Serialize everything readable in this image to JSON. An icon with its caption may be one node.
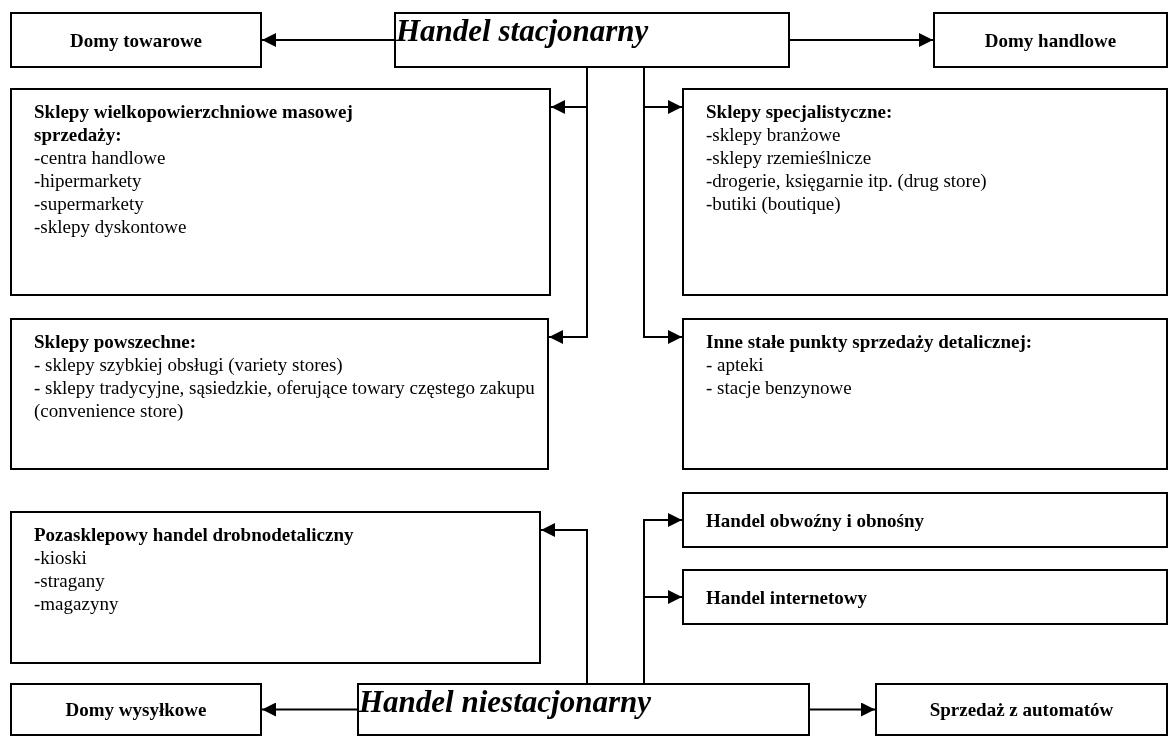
{
  "diagram": {
    "nodes": [
      {
        "text": [
          "Domy towarowe"
        ]
      },
      {
        "text": [
          "Handel stacjonarny"
        ]
      },
      {
        "text": [
          "Domy handlowe"
        ]
      },
      {
        "text": [
          "Sklepy wielkopowierzchniowe masowej sprzedaży:",
          "-centra handlowe",
          "-hipermarkety",
          "-supermarkety",
          "-sklepy dyskontowe"
        ]
      },
      {
        "text": [
          "Sklepy specjalistyczne:",
          "-sklepy branżowe",
          "-sklepy rzemieślnicze",
          "-drogerie, księgarnie itp. (drug store)",
          "-butiki (boutique)"
        ]
      },
      {
        "text": [
          "Sklepy powszechne:",
          "- sklepy szybkiej obsługi (variety stores)",
          "- sklepy tradycyjne, sąsiedzkie, oferujące towary częstego zakupu (convenience store)"
        ]
      },
      {
        "text": [
          "Inne stałe punkty sprzedaży detalicznej:",
          "- apteki",
          "- stacje benzynowe"
        ]
      },
      {
        "text": [
          "Pozasklepowy handel drobnodetaliczny",
          "-kioski",
          "-stragany",
          "-magazyny"
        ]
      },
      {
        "text": [
          "Handel obwoźny i obnośny"
        ]
      },
      {
        "text": [
          "Handel internetowy"
        ]
      },
      {
        "text": [
          "Domy wysyłkowe"
        ]
      },
      {
        "text": [
          "Handel niestacjonarny"
        ]
      },
      {
        "text": [
          "Sprzedaż z automatów"
        ]
      }
    ],
    "edges": [
      {
        "from": 1,
        "to": 0,
        "arrow": "to"
      },
      {
        "from": 1,
        "to": 2,
        "arrow": "to"
      },
      {
        "from": 1,
        "to": 3,
        "arrow": "to"
      },
      {
        "from": 1,
        "to": 5,
        "arrow": "to"
      },
      {
        "from": 1,
        "to": 4,
        "arrow": "to"
      },
      {
        "from": 1,
        "to": 6,
        "arrow": "to"
      },
      {
        "from": 11,
        "to": 7,
        "arrow": "to"
      },
      {
        "from": 11,
        "to": 8,
        "arrow": "to"
      },
      {
        "from": 11,
        "to": 9,
        "arrow": "to"
      },
      {
        "from": 11,
        "to": 10,
        "arrow": "to"
      },
      {
        "from": 11,
        "to": 12,
        "arrow": "to"
      }
    ]
  }
}
